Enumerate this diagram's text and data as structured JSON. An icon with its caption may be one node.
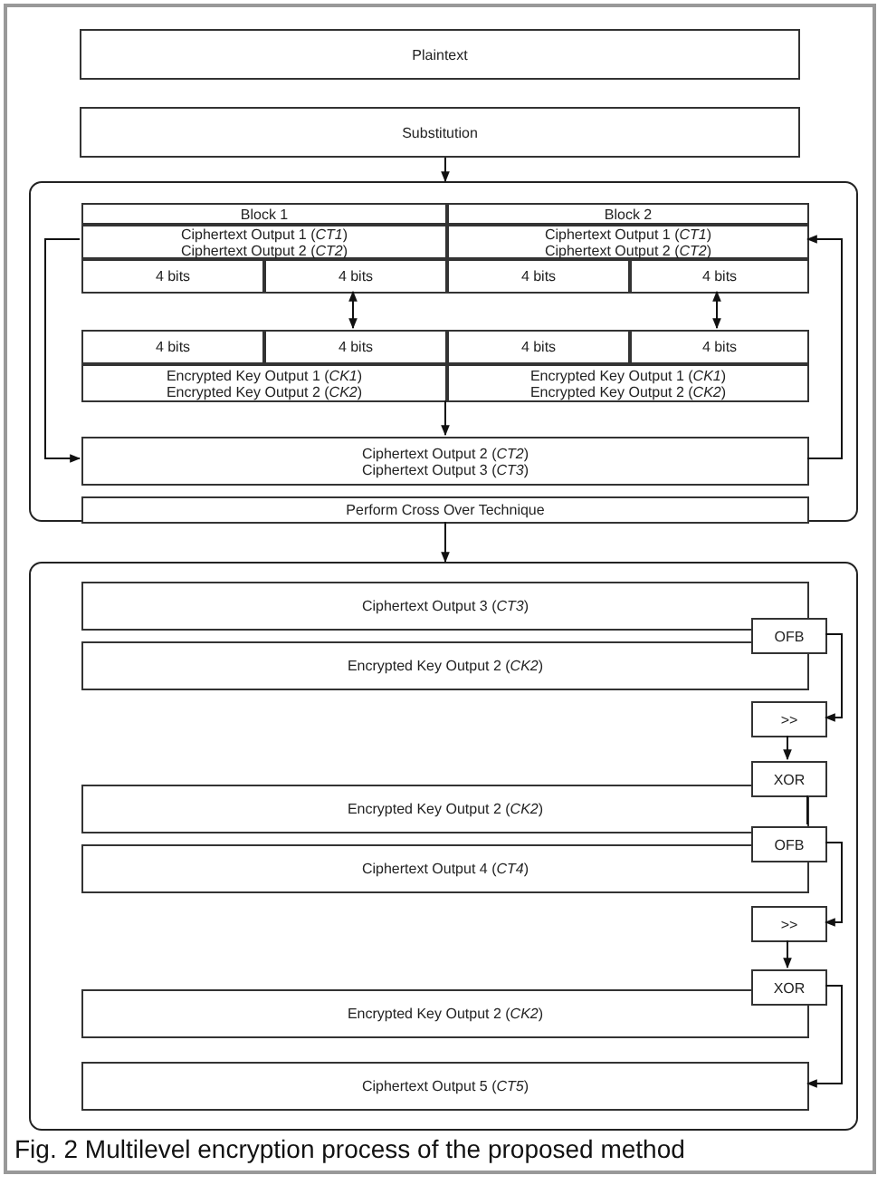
{
  "diagram": {
    "caption": "Fig. 2 Multilevel encryption process of the proposed method",
    "nodes": [
      {
        "text": [
          "Plaintext"
        ]
      },
      {
        "text": [
          "Substitution"
        ]
      },
      {
        "text": [],
        "shape": "box"
      },
      {
        "text": [
          "Block 1"
        ],
        "in": 2
      },
      {
        "text": [
          "Block 2"
        ],
        "in": 2
      },
      {
        "text": [
          "Ciphertext Output 1 (*CT1*)",
          "Ciphertext Output 2 (*CT2*)"
        ],
        "in": 2
      },
      {
        "text": [
          "Ciphertext Output 1 (*CT1*)",
          "Ciphertext Output 2 (*CT2*)"
        ],
        "in": 2
      },
      {
        "text": [
          "4 bits"
        ],
        "in": 2
      },
      {
        "text": [
          "4 bits"
        ],
        "in": 2
      },
      {
        "text": [
          "4 bits"
        ],
        "in": 2
      },
      {
        "text": [
          "4 bits"
        ],
        "in": 2
      },
      {
        "text": [
          "4 bits"
        ],
        "in": 2
      },
      {
        "text": [
          "4 bits"
        ],
        "in": 2
      },
      {
        "text": [
          "4 bits"
        ],
        "in": 2
      },
      {
        "text": [
          "4 bits"
        ],
        "in": 2
      },
      {
        "text": [
          "Encrypted Key Output 1 (*CK1*)",
          "Encrypted Key Output 2 (*CK2*)"
        ],
        "in": 2
      },
      {
        "text": [
          "Encrypted Key Output 1 (*CK1*)",
          "Encrypted Key Output 2 (*CK2*)"
        ],
        "in": 2
      },
      {
        "text": [
          "Ciphertext Output 2 (*CT2*)",
          "Ciphertext Output 3 (*CT3*)"
        ],
        "in": 2
      },
      {
        "text": [
          "Perform Cross Over Technique"
        ],
        "in": 2
      },
      {
        "text": [],
        "shape": "box"
      },
      {
        "text": [
          "Ciphertext Output 3 (*CT3*)"
        ],
        "in": 19
      },
      {
        "text": [
          "OFB"
        ],
        "in": 19
      },
      {
        "text": [
          "Encrypted Key Output 2 (*CK2*)"
        ],
        "in": 19
      },
      {
        "text": [
          ">>"
        ],
        "in": 19
      },
      {
        "text": [
          "XOR"
        ],
        "in": 19
      },
      {
        "text": [
          "Encrypted Key Output 2 (*CK2*)"
        ],
        "in": 19
      },
      {
        "text": [
          "OFB"
        ],
        "in": 19
      },
      {
        "text": [
          "Ciphertext Output 4 (*CT4*)"
        ],
        "in": 19
      },
      {
        "text": [
          ">>"
        ],
        "in": 19
      },
      {
        "text": [
          "XOR"
        ],
        "in": 19
      },
      {
        "text": [
          "Encrypted Key Output 2 (*CK2*)"
        ],
        "in": 19
      },
      {
        "text": [
          "Ciphertext Output 5 (*CT5*)"
        ],
        "in": 19
      }
    ],
    "edges": [
      {
        "from": 1,
        "to": 2,
        "arrow": "to"
      },
      {
        "from": 5,
        "to": 17,
        "arrow": "to"
      },
      {
        "from": 17,
        "to": 6,
        "arrow": "to"
      },
      {
        "from": 8,
        "to": 12,
        "arrow": "both"
      },
      {
        "from": 10,
        "to": 14,
        "arrow": "both"
      },
      {
        "from": 15,
        "to": 17,
        "arrow": "to"
      },
      {
        "from": 18,
        "to": 19,
        "arrow": "to"
      },
      {
        "from": 21,
        "to": 23,
        "arrow": "to"
      },
      {
        "from": 23,
        "to": 24,
        "arrow": "to"
      },
      {
        "from": 24,
        "to": 26,
        "arrow": "none"
      },
      {
        "from": 26,
        "to": 28,
        "arrow": "to"
      },
      {
        "from": 28,
        "to": 29,
        "arrow": "to"
      },
      {
        "from": 29,
        "to": 31,
        "arrow": "to"
      }
    ]
  }
}
